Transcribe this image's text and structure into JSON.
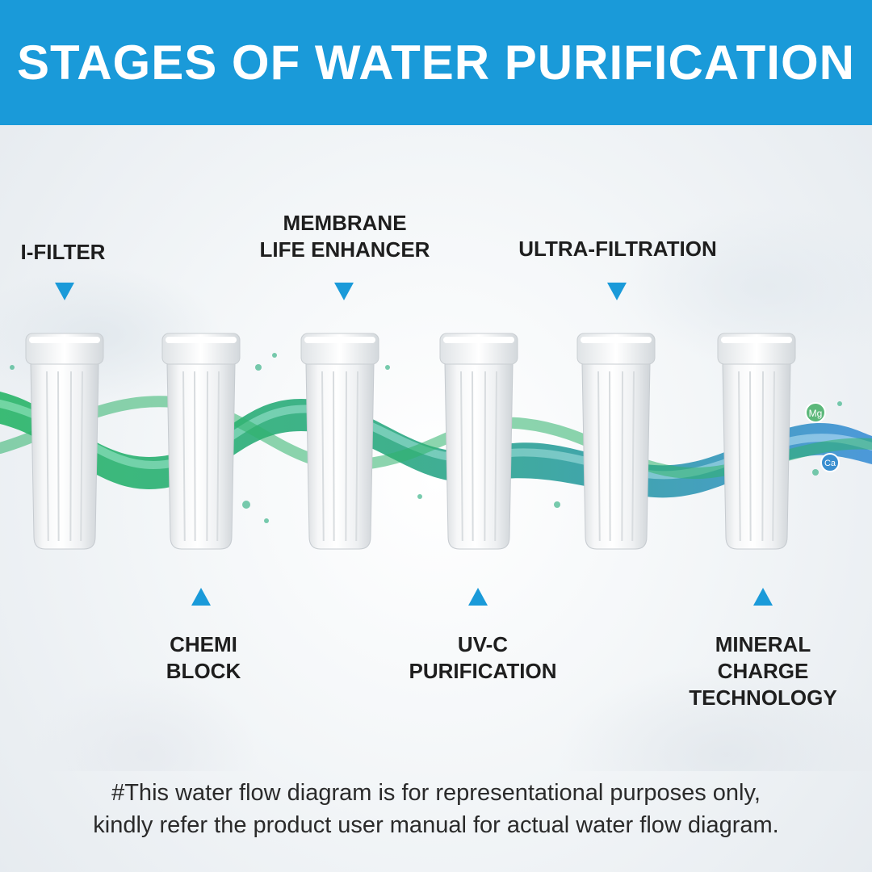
{
  "header": {
    "title": "STAGES OF WATER PURIFICATION"
  },
  "stages_top": [
    {
      "lines": [
        "I-FILTER"
      ]
    },
    {
      "lines": [
        "MEMBRANE",
        "LIFE ENHANCER"
      ]
    },
    {
      "lines": [
        "ULTRA-FILTRATION"
      ]
    }
  ],
  "stages_bottom": [
    {
      "lines": [
        "CHEMI",
        "BLOCK"
      ]
    },
    {
      "lines": [
        "UV-C",
        "PURIFICATION"
      ]
    },
    {
      "lines": [
        "MINERAL",
        "CHARGE",
        "TECHNOLOGY"
      ]
    }
  ],
  "minerals": {
    "mg": "Mg",
    "ca": "Ca"
  },
  "colors": {
    "accent": "#1a9ad9",
    "water_green": "#2fb36b",
    "water_teal": "#2a9a9a",
    "water_blue": "#3a8fd0"
  },
  "footnote": {
    "line1": "#This water flow diagram is for representational purposes only,",
    "line2": "kindly refer the product user manual for actual water flow diagram."
  }
}
